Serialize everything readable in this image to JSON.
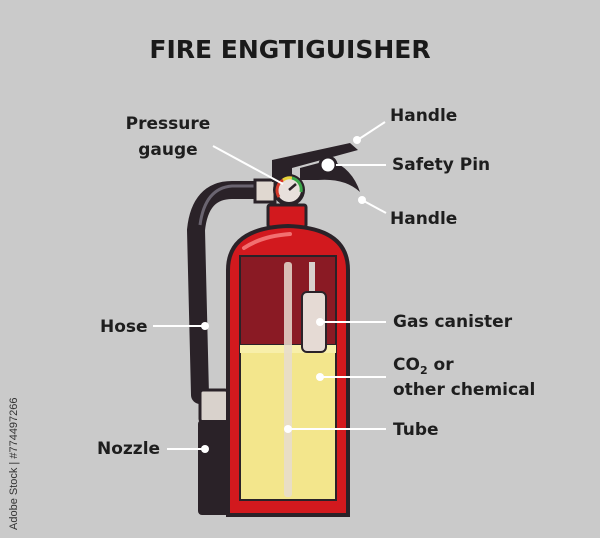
{
  "title": "FIRE ENGTIGUISHER",
  "labels": {
    "pressure_gauge_line1": "Pressure",
    "pressure_gauge_line2": "gauge",
    "handle_top": "Handle",
    "safety_pin": "Safety Pin",
    "handle_bottom": "Handle",
    "hose": "Hose",
    "gas_canister": "Gas canister",
    "co2_main": "CO",
    "co2_sub": "2",
    "co2_rest": " or",
    "other_chemical": "other chemical",
    "tube": "Tube",
    "nozzle": "Nozzle"
  },
  "watermark": "Adobe Stock | #774497266",
  "colors": {
    "background": "#cacaca",
    "body_red": "#d2191e",
    "dark_red": "#8a1a24",
    "liquid_yellow": "#f3e68c",
    "outline": "#2a2228"
  }
}
